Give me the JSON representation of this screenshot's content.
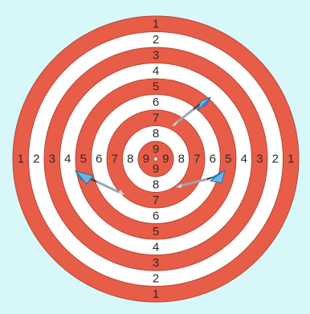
{
  "colors": {
    "background": "#d8f7f9",
    "ring_red": "#e85d48",
    "ring_white": "#ffffff",
    "ring_outline": "#b24a3c",
    "dart_flight": "#3a8fd0",
    "dart_shaft": "#9aa6b0"
  },
  "board": {
    "score_labels": {
      "vertical_top": [
        "1",
        "2",
        "3",
        "4",
        "5",
        "6",
        "7",
        "8",
        "9"
      ],
      "vertical_bottom": [
        "9",
        "8",
        "7",
        "6",
        "5",
        "4",
        "3",
        "2",
        "1"
      ],
      "horizontal_left": [
        "1",
        "2",
        "3",
        "4",
        "5",
        "6",
        "7",
        "8",
        "9"
      ],
      "horizontal_right": [
        "9",
        "8",
        "7",
        "6",
        "5",
        "4",
        "3",
        "2",
        "1"
      ]
    }
  },
  "darts": [
    {
      "name": "dart-upper-right",
      "icon": "dart-icon"
    },
    {
      "name": "dart-left",
      "icon": "dart-icon"
    },
    {
      "name": "dart-right",
      "icon": "dart-icon"
    }
  ]
}
